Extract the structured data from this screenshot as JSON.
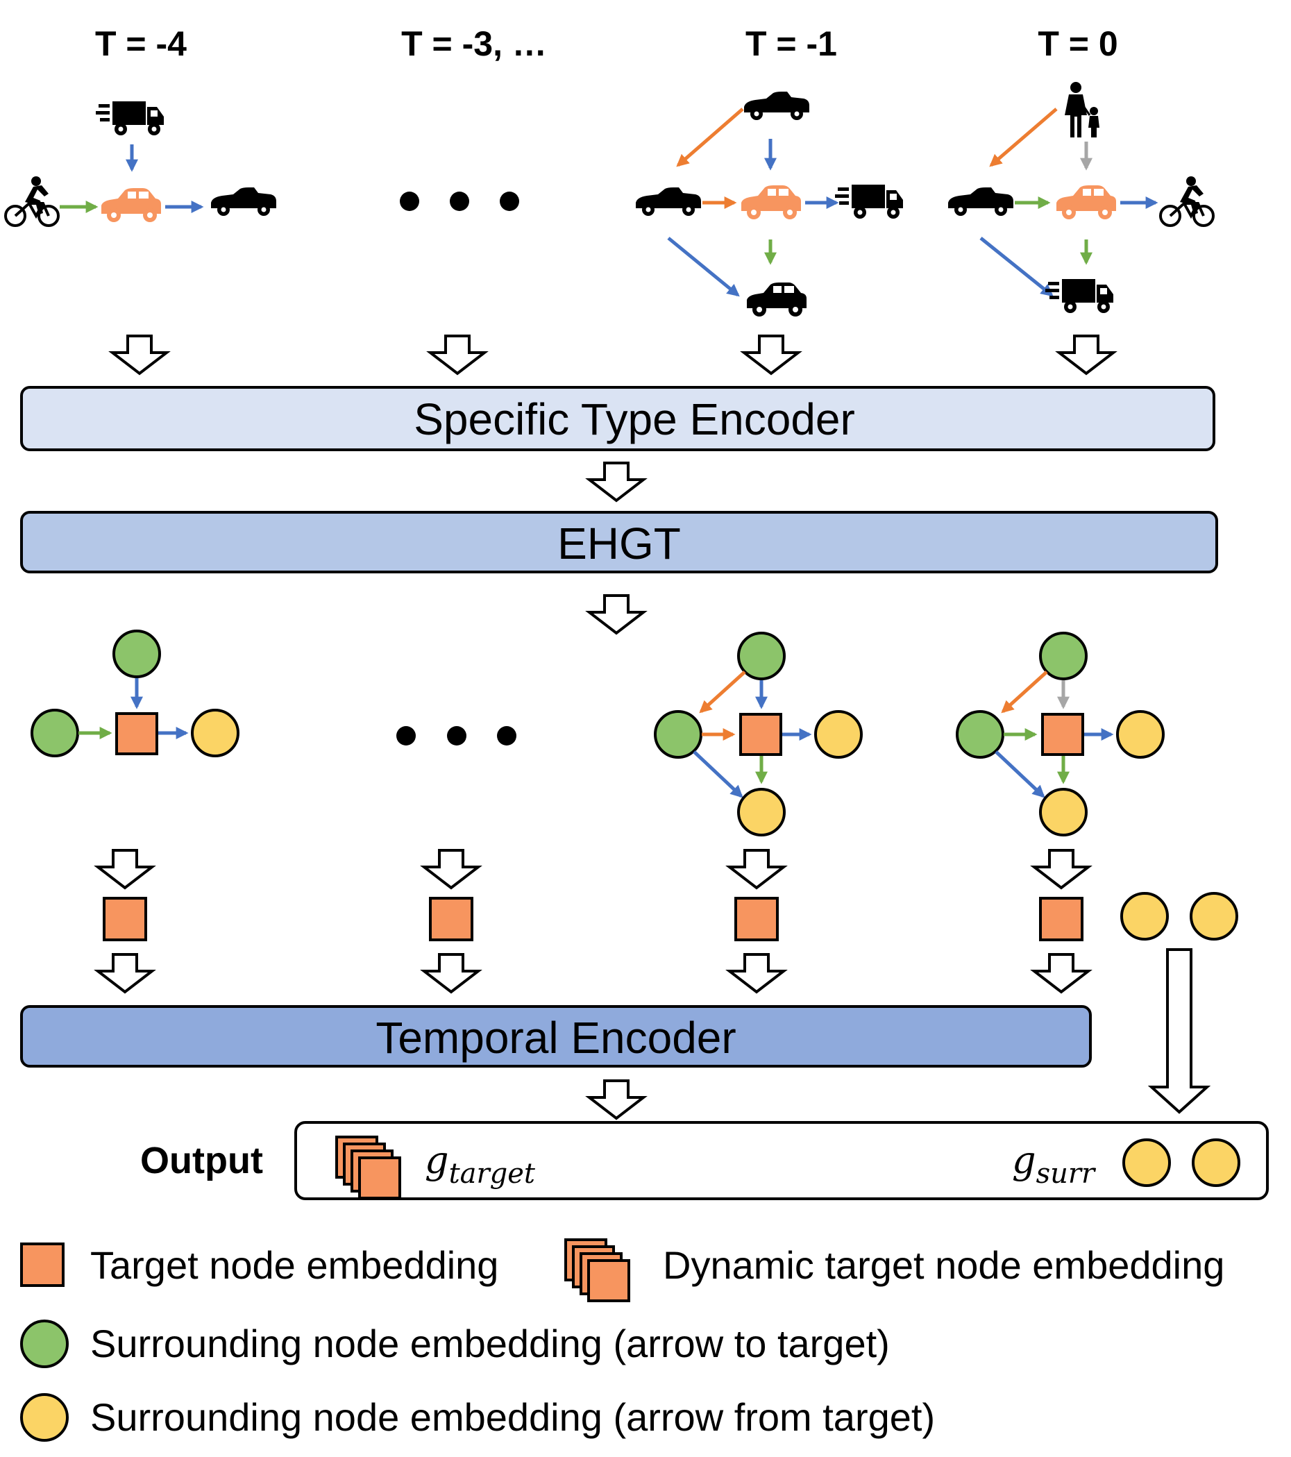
{
  "time_labels": [
    "T = -4",
    "T = -3, …",
    "T = -1",
    "T = 0"
  ],
  "stages": {
    "specific_type_encoder": "Specific Type Encoder",
    "ehgt": "EHGT",
    "temporal_encoder": "Temporal Encoder"
  },
  "output": {
    "label": "Output",
    "target_symbol": "g",
    "target_subscript": "target",
    "surr_symbol": "g",
    "surr_subscript": "surr"
  },
  "legend": {
    "target": "Target node embedding",
    "dynamic_target": "Dynamic target node embedding",
    "surround_to": "Surrounding node embedding (arrow to target)",
    "surround_from": "Surrounding node embedding (arrow from target)"
  },
  "icons": {
    "target_vehicle": "car-icon",
    "vehicle_types": [
      "bicycle-icon",
      "truck-icon",
      "sports-car-icon",
      "car-icon",
      "pedestrian-icon"
    ],
    "ellipsis": "ellipsis-dots"
  },
  "colors": {
    "target_node": "#f7955f",
    "surround_to_node": "#8cc46a",
    "surround_from_node": "#fbd465",
    "edge_blue": "#4472c4",
    "edge_green": "#70ad47",
    "edge_orange": "#ed7d31",
    "edge_gray": "#a6a6a6",
    "box_specific": "#dae3f3",
    "box_ehgt": "#b4c7e7",
    "box_temporal": "#8faadc"
  }
}
